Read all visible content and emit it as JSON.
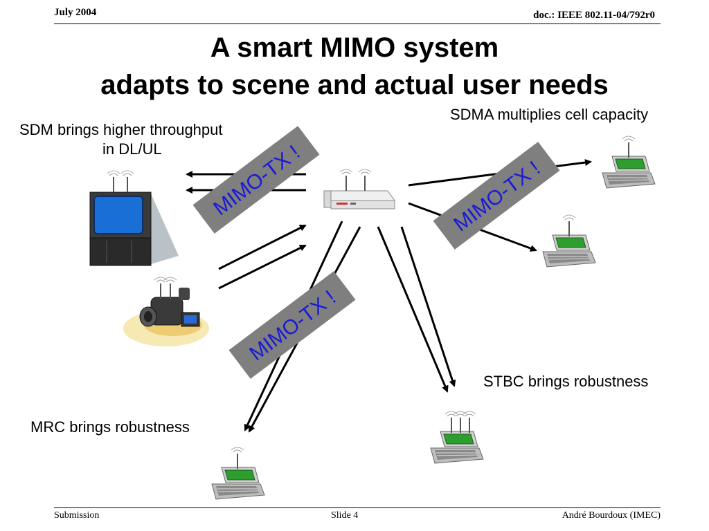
{
  "header": {
    "date": "July 2004",
    "doc_id": "doc.: IEEE 802.11-04/792r0"
  },
  "title": {
    "line1": "A smart MIMO system",
    "line2": "adapts to scene and actual user needs"
  },
  "labels": {
    "sdm_line1": "SDM brings higher throughput",
    "sdm_line2": "in DL/UL",
    "sdma": "SDMA multiplies cell capacity",
    "stbc": "STBC brings robustness",
    "mrc": "MRC brings robustness"
  },
  "banners": {
    "mimo_tx": "MIMO-TX !"
  },
  "footer": {
    "left": "Submission",
    "center": "Slide 4",
    "right": "André Bourdoux (IMEC)"
  },
  "colors": {
    "banner_fill": "#7f7f7f",
    "banner_text": "#1a1ad6",
    "laptop_screen": "#2e9e2e",
    "tv_screen": "#1a6fd6"
  }
}
